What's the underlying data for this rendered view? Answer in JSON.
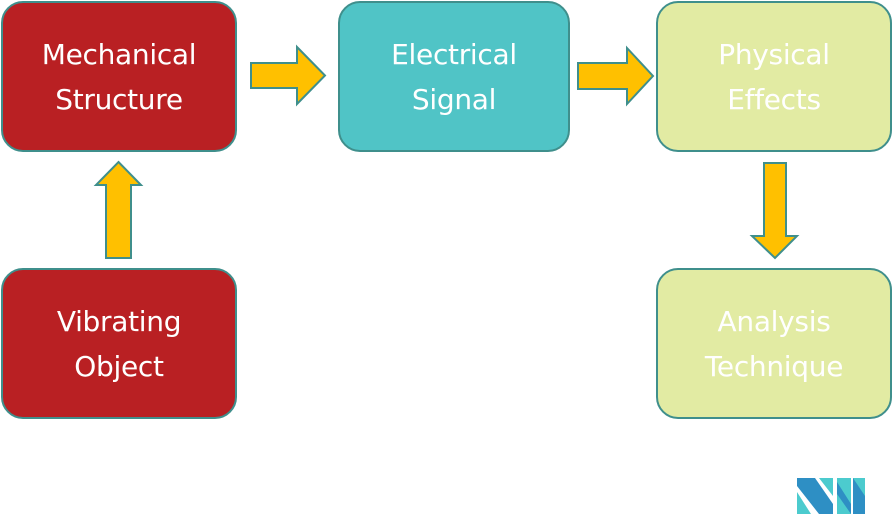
{
  "diagram": {
    "title": "Vibration measurement flow",
    "nodes": [
      {
        "id": "mech",
        "lines": [
          "Mechanical",
          "Structure"
        ],
        "color": "#b92023"
      },
      {
        "id": "elec",
        "lines": [
          "Electrical",
          "Signal"
        ],
        "color": "#50c4c6"
      },
      {
        "id": "phys",
        "lines": [
          "Physical",
          "Effects"
        ],
        "color": "#e2eba3"
      },
      {
        "id": "vib",
        "lines": [
          "Vibrating",
          "Object"
        ],
        "color": "#b92023"
      },
      {
        "id": "anal",
        "lines": [
          "Analysis",
          "Technique"
        ],
        "color": "#e2eba3"
      }
    ],
    "edges": [
      {
        "from": "vib",
        "to": "mech",
        "direction": "up"
      },
      {
        "from": "mech",
        "to": "elec",
        "direction": "right"
      },
      {
        "from": "elec",
        "to": "phys",
        "direction": "right"
      },
      {
        "from": "phys",
        "to": "anal",
        "direction": "down"
      }
    ],
    "colors": {
      "arrow_fill": "#ffc000",
      "outline": "#3f8f8c",
      "text": "#ffffff"
    }
  },
  "logo": {
    "name": "brand-logo",
    "colors": [
      "#2e8fc4",
      "#4ccbce"
    ]
  }
}
